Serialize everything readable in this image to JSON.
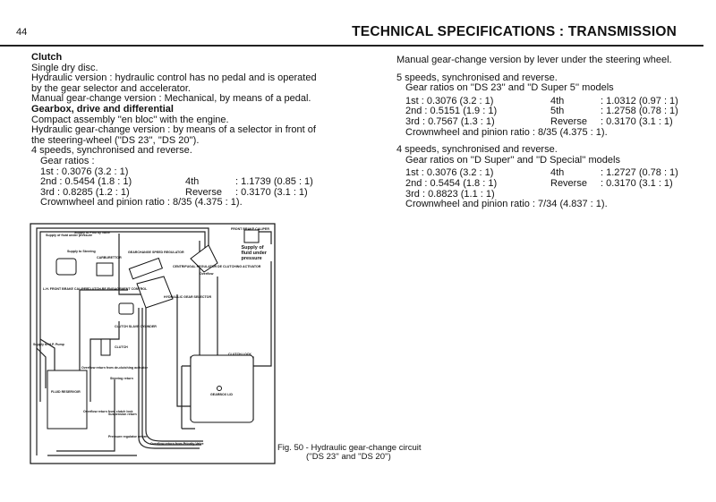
{
  "header": {
    "page_number": "44",
    "title": "TECHNICAL SPECIFICATIONS :  TRANSMISSION"
  },
  "left": {
    "clutch_heading": "Clutch",
    "clutch_lines": [
      "Single dry disc.",
      "Hydraulic version : hydraulic control has no pedal and is operated",
      "by the gear selector and accelerator.",
      "Manual gear-change version : Mechanical, by means of a pedal."
    ],
    "gearbox_heading": "Gearbox, drive and differential",
    "gearbox_lines": [
      "Compact assembly ''en bloc'' with the engine.",
      "Hydraulic gear-change version : by means of a selector in front of",
      "the steering-wheel (''DS 23'', ''DS 20'').",
      "4 speeds, synchronised and reverse."
    ],
    "ratios_label": "Gear ratios :",
    "ratios": [
      [
        "1st  : 0.3076 (3.2 : 1)",
        "",
        ""
      ],
      [
        "2nd : 0.5454 (1.8 : 1)",
        "4th",
        ": 1.1739 (0.85 : 1)"
      ],
      [
        "3rd  : 0.8285 (1.2 : 1)",
        "Reverse",
        ": 0.3170 (3.1 : 1)"
      ]
    ],
    "crownwheel": "Crownwheel and pinion ratio : 8/35 (4.375 : 1)."
  },
  "right": {
    "intro": "Manual gear-change version by lever under the steering wheel.",
    "five_speed": {
      "heading": "5 speeds, synchronised and reverse.",
      "subheading": "Gear ratios on ''DS 23'' and ''D Super 5'' models",
      "ratios": [
        [
          "1st  : 0.3076 (3.2 : 1)",
          "4th",
          ": 1.0312 (0.97 : 1)"
        ],
        [
          "2nd : 0.5151 (1.9 : 1)",
          "5th",
          ": 1.2758 (0.78 : 1)"
        ],
        [
          "3rd  : 0.7567 (1.3 : 1)",
          "Reverse",
          ": 0.3170 (3.1 : 1)"
        ]
      ],
      "crownwheel": "Crownwheel and pinion ratio : 8/35 (4.375 : 1)."
    },
    "four_speed": {
      "heading": "4 speeds, synchronised and reverse.",
      "subheading": "Gear ratios on ''D Super'' and ''D Special'' models",
      "ratios": [
        [
          "1st  : 0.3076 (3.2 : 1)",
          "4th",
          ": 1.2727 (0.78 : 1)"
        ],
        [
          "2nd : 0.5454 (1.8 : 1)",
          "Reverse",
          ": 0.3170 (3.1 : 1)"
        ],
        [
          "3rd  : 0.8823 (1.1 : 1)",
          "",
          ""
        ]
      ],
      "crownwheel": "Crownwheel and pinion ratio : 7/34 (4.837 : 1)."
    }
  },
  "figure": {
    "caption_line1": "Fig. 50 - Hydraulic gear-change circuit",
    "caption_line2": "(''DS 23'' and ''DS 20'')",
    "labels": {
      "supply_fluid_left": "Supply of fluid under pressure",
      "supply_priority": "Supply to Priority valve",
      "supply_steering": "Supply to Steering",
      "carburettor": "CARBURETTOR",
      "lh_brake": "L.H. FRONT BRAKE CALIPER",
      "clutch_reengagement": "CLUTCH RE ENGAGEMENT CONTROL",
      "gearchange_regulator": "GEARCHANGE SPEED REGULATOR",
      "centrifugal": "CENTRIFUGAL REGULATOR",
      "overflow": "Overflow",
      "declutching": "DE CLUTCHING ACTIVATOR",
      "front_brake": "FRONT BRAKE CALIPER",
      "supply_fluid_right": "Supply of fluid under pressure",
      "gear_selector": "HYDRAULIC GEAR SELECTOR",
      "slave_cylinder": "CLUTCH SLAVE CYLINDER",
      "clutch": "CLUTCH",
      "supply_hp": "Supply to H.P. Pump",
      "clutch_lock": "CLUTCH LOCK",
      "gearbox_lid": "GEARBOX LID",
      "reservoir": "FLUID RESERVOIR",
      "overflow_declutch": "Overflow return from de-clutching activator",
      "steering_return": "Steering return",
      "suspension_return": "Suspension return",
      "overflow_clutch_lock": "Overflow return from clutch lock",
      "pressure_regulator": "Pressure regulator return",
      "overflow_priority": "Overflow return from Priority Valve"
    }
  }
}
